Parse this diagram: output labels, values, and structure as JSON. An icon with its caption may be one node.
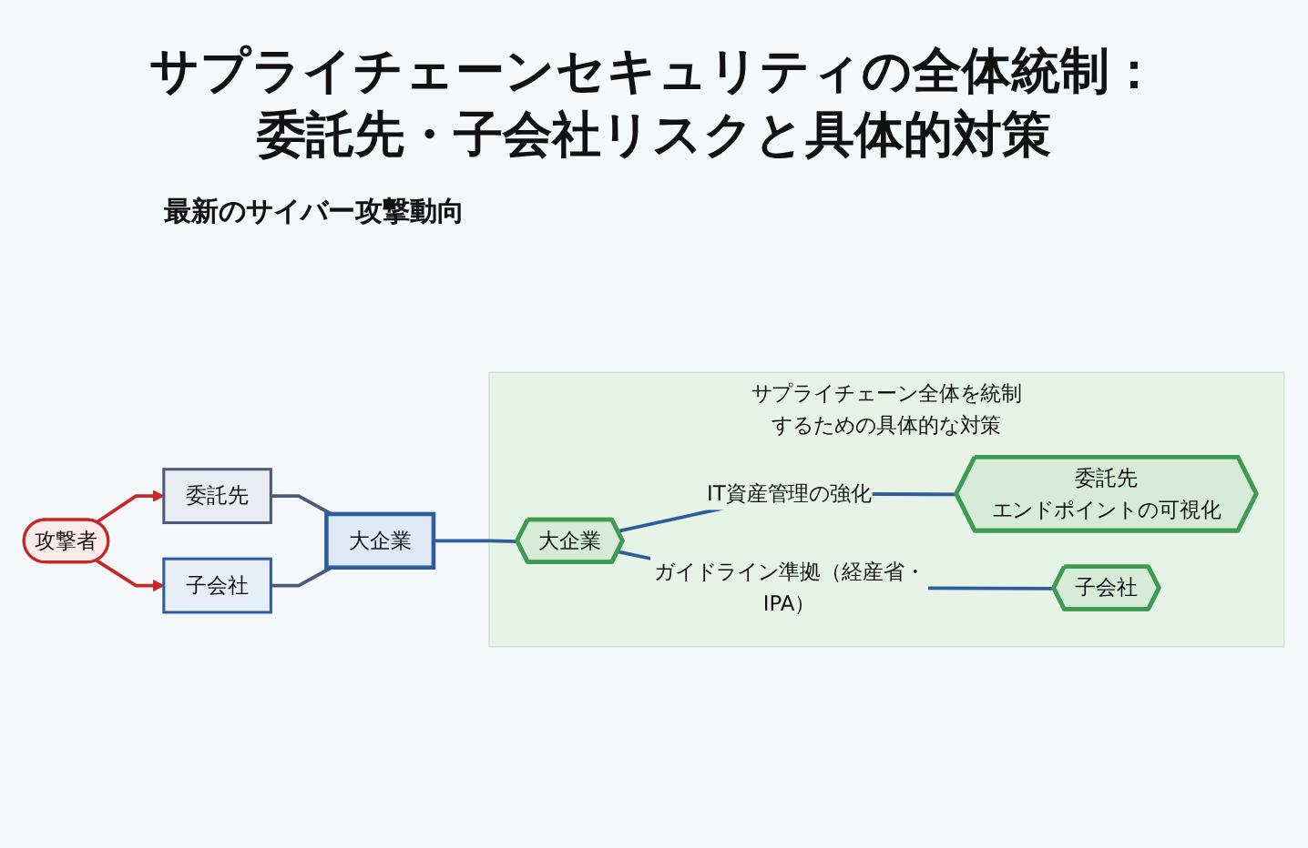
{
  "diagram": {
    "title": "サプライチェーンセキュリティの全体統制：委託先・子会社リスクと具体的対策",
    "nodes": [
      {
        "text": [
          "攻撃者"
        ]
      },
      {
        "text": [
          "委託先"
        ]
      },
      {
        "text": [
          "子会社"
        ]
      },
      {
        "text": [
          "大企業"
        ]
      },
      {
        "text": [
          "サプライチェーン全体を統制するための具体的な対策"
        ]
      },
      {
        "text": [
          "大企業"
        ],
        "in": 4
      },
      {
        "text": [
          "委託先",
          "エンドポイントの可視化"
        ],
        "in": 4
      },
      {
        "text": [
          "子会社"
        ],
        "in": 4
      }
    ],
    "edges": [
      {
        "from": 0,
        "to": 1,
        "arrow": "to",
        "color": "#c62828"
      },
      {
        "from": 0,
        "to": 2,
        "arrow": "to",
        "color": "#c62828"
      },
      {
        "from": 1,
        "to": 3,
        "arrow": "none",
        "color": "#4a5a78"
      },
      {
        "from": 2,
        "to": 3,
        "arrow": "none",
        "color": "#4a5a78"
      },
      {
        "from": 3,
        "to": 5,
        "arrow": "none"
      },
      {
        "from": 5,
        "to": 6,
        "arrow": "none",
        "label": "IT資産管理の強化"
      },
      {
        "from": 5,
        "to": 7,
        "arrow": "none",
        "label": "ガイドライン準拠（経産省・IPA）"
      }
    ],
    "labels": [
      "最新のサイバー攻撃動向"
    ]
  }
}
